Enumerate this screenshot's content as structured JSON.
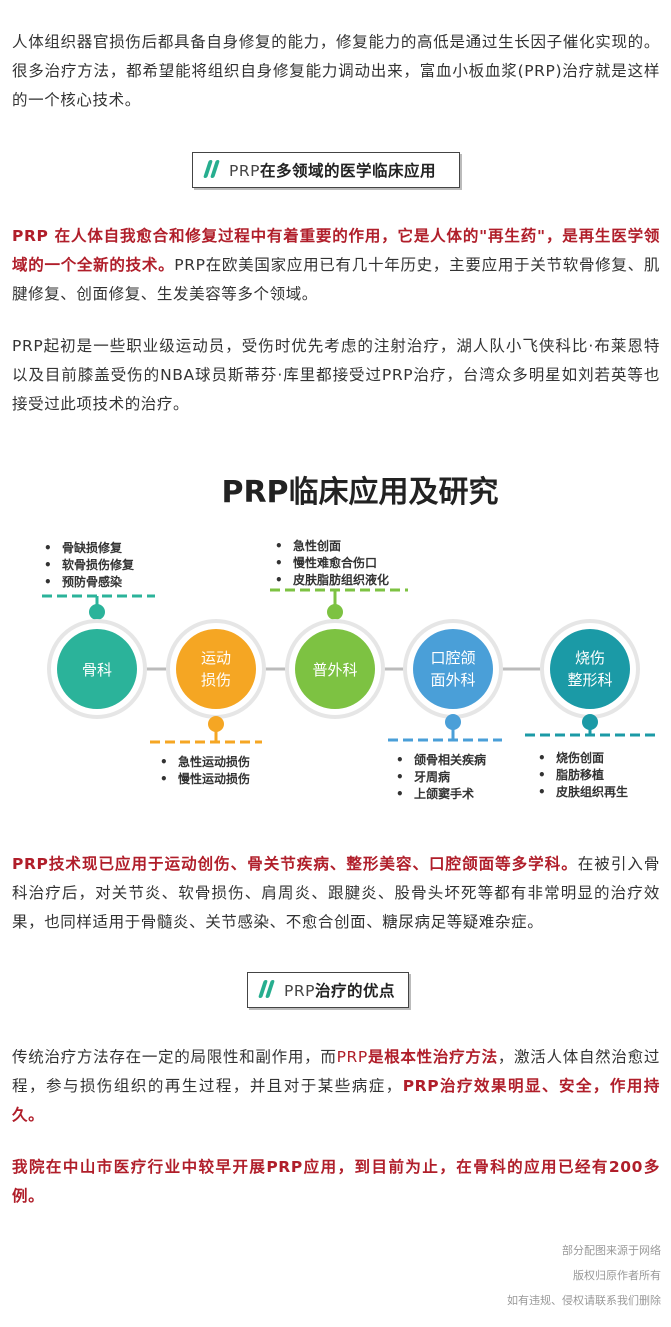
{
  "intro": "人体组织器官损伤后都具备自身修复的能力，修复能力的高低是通过生长因子催化实现的。很多治疗方法，都希望能将组织自身修复能力调动出来，富血小板血浆(PRP)治疗就是这样的一个核心技术。",
  "heading1": {
    "prefix": "PRP",
    "text": "在多领域的医学临床应用"
  },
  "para2": {
    "red": "PRP 在人体自我愈合和修复过程中有着重要的作用，它是人体的\"再生药\"，是再生医学领域的一个全新的技术。",
    "rest": "PRP在欧美国家应用已有几十年历史，主要应用于关节软骨修复、肌腱修复、创面修复、生发美容等多个领域。"
  },
  "para3": "PRP起初是一些职业级运动员，受伤时优先考虑的注射治疗，湖人队小飞侠科比·布莱恩特以及目前膝盖受伤的NBA球员斯蒂芬·库里都接受过PRP治疗，台湾众多明星如刘若英等也接受过此项技术的治疗。",
  "infographic": {
    "title": "PRP临床应用及研究",
    "colors": {
      "ortho": "#2bb39a",
      "sport": "#f5a623",
      "surgery": "#7dc242",
      "oral": "#4a9fd8",
      "burn": "#1b9aa6"
    },
    "departments": [
      {
        "name": [
          "骨科"
        ],
        "items": [
          "骨缺损修复",
          "软骨损伤修复",
          "预防骨感染"
        ]
      },
      {
        "name": [
          "运动",
          "损伤"
        ],
        "items": [
          "急性运动损伤",
          "慢性运动损伤"
        ]
      },
      {
        "name": [
          "普外科"
        ],
        "items": [
          "急性创面",
          "慢性难愈合伤口",
          "皮肤脂肪组织液化"
        ]
      },
      {
        "name": [
          "口腔颌",
          "面外科"
        ],
        "items": [
          "颌骨相关疾病",
          "牙周病",
          "上颌窦手术"
        ]
      },
      {
        "name": [
          "烧伤",
          "整形科"
        ],
        "items": [
          "烧伤创面",
          "脂肪移植",
          "皮肤组织再生"
        ]
      }
    ]
  },
  "para4": {
    "red": "PRP技术现已应用于运动创伤、骨关节疾病、整形美容、口腔颌面等多学科。",
    "rest": "在被引入骨科治疗后，对关节炎、软骨损伤、肩周炎、跟腱炎、股骨头坏死等都有非常明显的治疗效果，也同样适用于骨髓炎、关节感染、不愈合创面、糖尿病足等疑难杂症。"
  },
  "heading2": {
    "prefix": "PRP",
    "text": "治疗的优点"
  },
  "para5": {
    "a": "传统治疗方法存在一定的局限性和副作用，而",
    "b_pre": "PRP",
    "b": "是根本性治疗方法",
    "c": "，激活人体自然治愈过程，参与损伤组织的再生过程，并且对于某些病症，",
    "d": "PRP治疗效果明显、安全，作用持久。"
  },
  "para6": "我院在中山市医疗行业中较早开展PRP应用，到目前为止，在骨科的应用已经有200多例。",
  "footer": [
    "部分配图来源于网络",
    "版权归原作者所有",
    "如有违规、侵权请联系我们删除"
  ]
}
